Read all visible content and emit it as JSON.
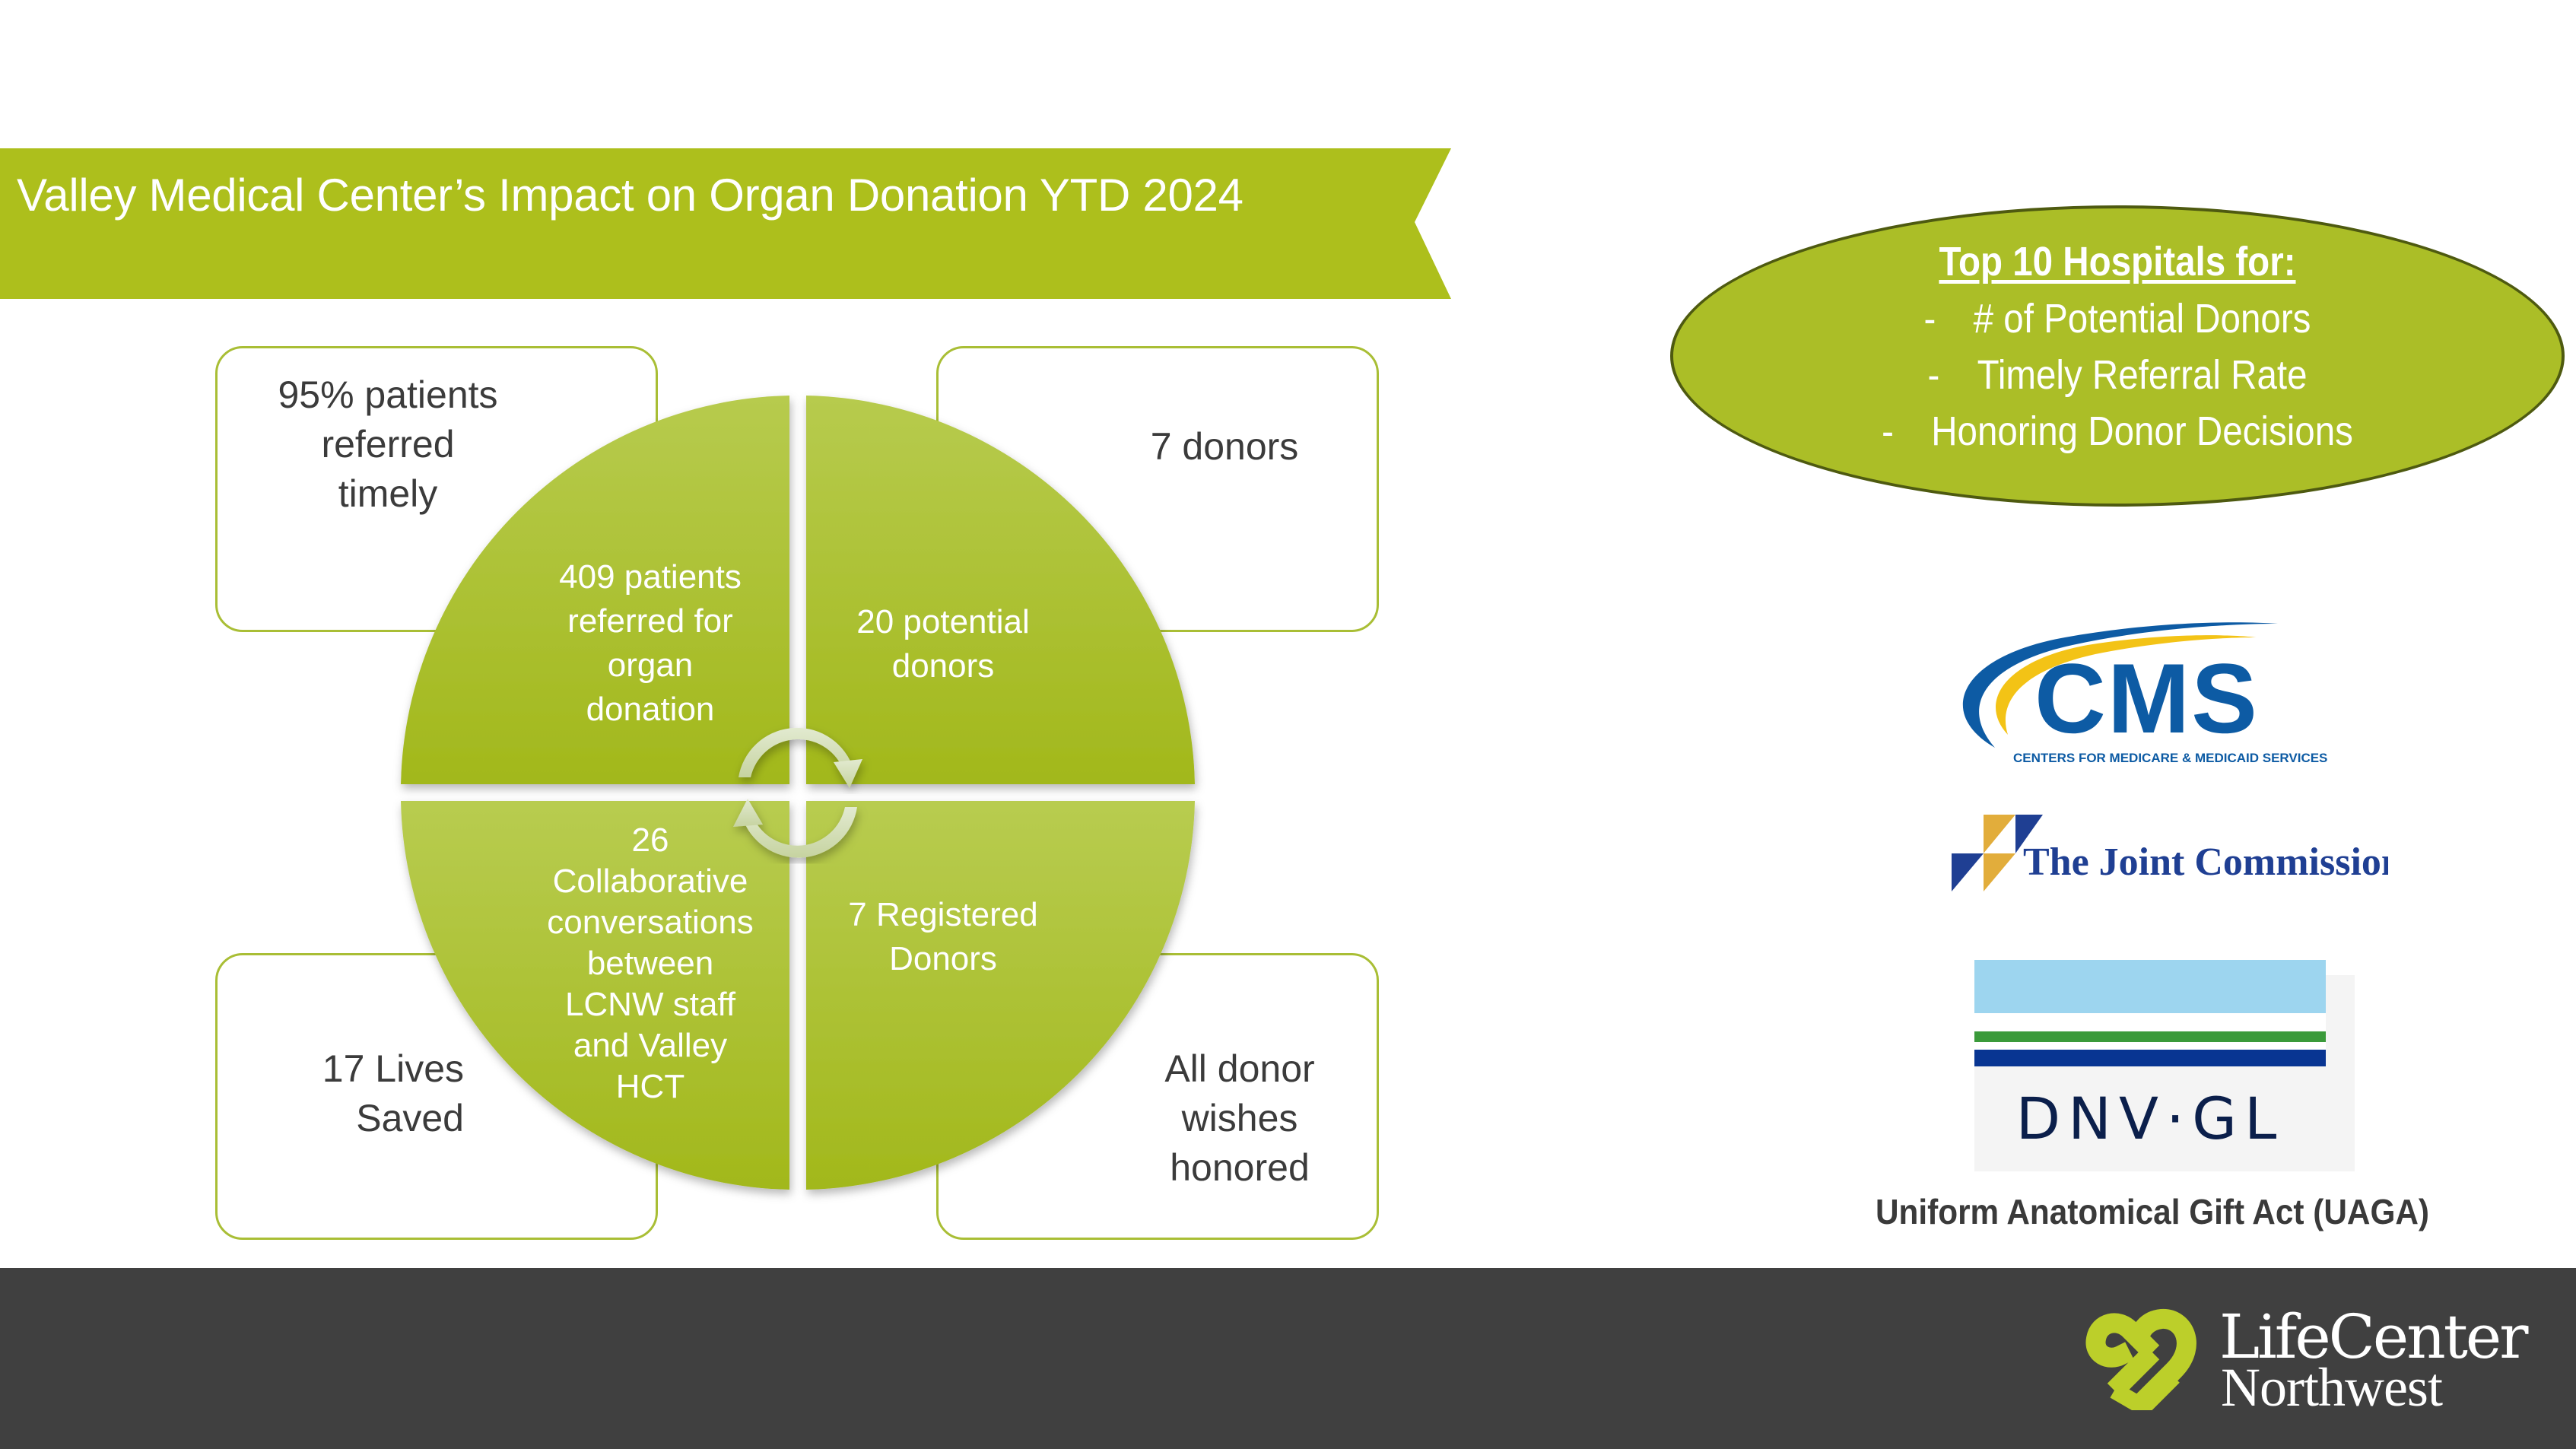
{
  "title": "Valley Medical Center’s Impact on Organ Donation YTD 2024",
  "colors": {
    "brand_green": "#adbf1c",
    "box_border": "#a9be35",
    "ellipse_fill": "#abbe27",
    "ellipse_border": "#4e5a10",
    "footer": "#404040",
    "text_dark": "#3b3b3b"
  },
  "outcomes": {
    "top_left": [
      "95% patients",
      "referred",
      "timely"
    ],
    "top_right": [
      "7 donors"
    ],
    "bottom_left": [
      "17 Lives",
      "Saved"
    ],
    "bottom_right": [
      "All donor",
      "wishes",
      "honored"
    ]
  },
  "cycle": {
    "top_left": [
      "409 patients",
      "referred for",
      "organ",
      "donation"
    ],
    "top_right": [
      "20 potential",
      "donors"
    ],
    "bottom_left": [
      "26",
      "Collaborative",
      "conversations",
      "between",
      "LCNW staff",
      "and Valley",
      "HCT"
    ],
    "bottom_right": [
      "7 Registered",
      "Donors"
    ],
    "icons": [
      "cycle-arrow-clockwise-icon",
      "cycle-arrow-counterclockwise-icon"
    ]
  },
  "recognition": {
    "heading": "Top 10 Hospitals for:",
    "bullet": "-",
    "items": [
      "# of Potential Donors",
      "Timely Referral Rate",
      "Honoring Donor Decisions"
    ]
  },
  "logos": {
    "cms": {
      "mark": "CMS",
      "subtitle": "CENTERS FOR MEDICARE & MEDICAID SERVICES"
    },
    "joint_commission": {
      "name": "The Joint Commission"
    },
    "dnv": {
      "name": "DNV·GL"
    },
    "uaga": "Uniform Anatomical Gift Act (UAGA)"
  },
  "footer": {
    "brand_line1": "LifeCenter",
    "brand_line2": "Northwest",
    "logo_icon": "heart-knot-icon"
  }
}
